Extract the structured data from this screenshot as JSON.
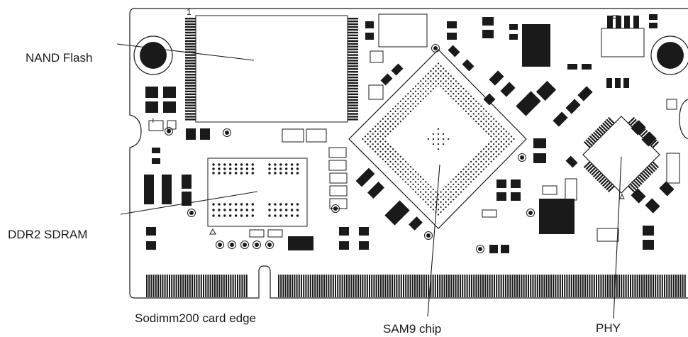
{
  "labels": {
    "nand": "NAND Flash",
    "ddr2": "DDR2 SDRAM",
    "sodimm": "Sodimm200 card edge",
    "sam9": "SAM9 chip",
    "phy": "PHY"
  },
  "silkscreen": {
    "pin1": "1",
    "plus": "+"
  },
  "colors": {
    "ink": "#1a1a1a",
    "board": "#ffffff"
  }
}
